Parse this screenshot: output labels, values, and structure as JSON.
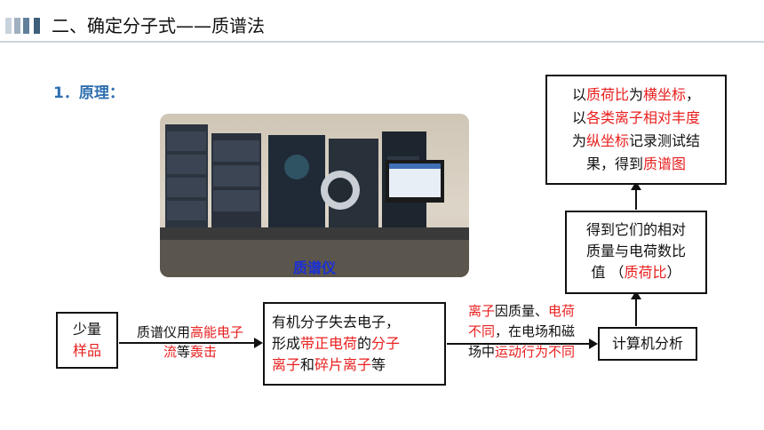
{
  "header": {
    "title": "二、确定分子式——质谱法",
    "accent_colors": [
      "#c9d3dc",
      "#9fb1c0",
      "#5f7f9b",
      "#3f5e7a"
    ]
  },
  "section": {
    "label": "1．原理："
  },
  "photo": {
    "caption": "质谱仪",
    "caption_color": "#1a2fd8"
  },
  "flow": {
    "sample_box": {
      "line1": "少量",
      "line2": "样品"
    },
    "bombard_note": {
      "p1": "质谱仪用",
      "p2": "高能电子",
      "p3": "流",
      "p4": "等",
      "p5": "轰击"
    },
    "ionize_box": {
      "p1": "有机分子失去电子，",
      "p2": "形成",
      "p3": "带正电荷",
      "p4": "的",
      "p5": "分子",
      "p6": "离子",
      "p7": "和",
      "p8": "碎片离子",
      "p9": "等"
    },
    "motion_note": {
      "p1": "离子",
      "p2": "因质量、",
      "p3": "电荷",
      "p4": "不同",
      "p5": "，在电场和磁",
      "p6": "场中",
      "p7": "运动行为不同"
    },
    "compute_box": {
      "label": "计算机分析"
    },
    "ratio_box": {
      "p1": "得到它们的相对",
      "p2": "质量与电荷数比",
      "p3": "值 （",
      "p4": "质荷比",
      "p5": "）"
    },
    "spectrum_box": {
      "p1": "以",
      "p2": "质荷比",
      "p3": "为",
      "p4": "横坐标",
      "p5": "，",
      "p6": "以",
      "p7": "各类离子相对丰度",
      "p8": "为",
      "p9": "纵坐标",
      "p10": "记录测试结",
      "p11": "果，得到",
      "p12": "质谱图"
    }
  },
  "highlight_color": "#e8201f"
}
